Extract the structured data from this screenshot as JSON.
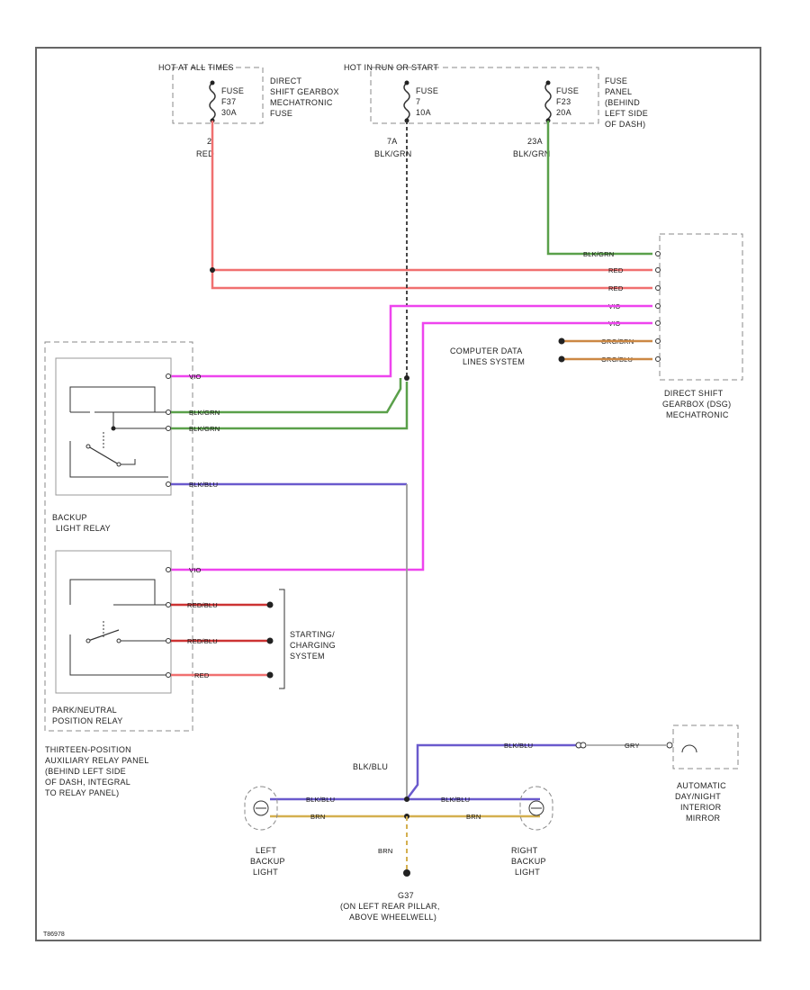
{
  "labels": {
    "hot_at_all_times": "HOT AT ALL TIMES",
    "fuse_f37": [
      "FUSE",
      "F37",
      "30A"
    ],
    "fuse_f37_desc": [
      "DIRECT",
      "SHIFT GEARBOX",
      "MECHATRONIC",
      "FUSE"
    ],
    "hot_run_start": "HOT IN RUN OR START",
    "fuse_f7": [
      "FUSE",
      "7",
      "10A"
    ],
    "fuse_f23": [
      "FUSE",
      "F23",
      "20A"
    ],
    "fuse_panel_desc": [
      "FUSE",
      "PANEL",
      "(BEHIND",
      "LEFT SIDE",
      "OF DASH)"
    ],
    "w2": [
      "2",
      "RED"
    ],
    "w7a": [
      "7A",
      "BLK/GRN"
    ],
    "w23a": [
      "23A",
      "BLK/GRN"
    ],
    "computer_data": [
      "COMPUTER DATA",
      "LINES SYSTEM"
    ],
    "dsg": [
      "DIRECT SHIFT",
      "GEARBOX (DSG)",
      "MECHATRONIC"
    ],
    "backup_relay": [
      "BACKUP",
      "LIGHT RELAY"
    ],
    "pn_relay": [
      "PARK/NEUTRAL",
      "POSITION RELAY"
    ],
    "starting": [
      "STARTING/",
      "CHARGING",
      "SYSTEM"
    ],
    "aux_panel": [
      "THIRTEEN-POSITION",
      "AUXILIARY RELAY PANEL",
      "(BEHIND LEFT SIDE",
      "OF DASH, INTEGRAL",
      "TO RELAY PANEL)"
    ],
    "blk_blu": "BLK/BLU",
    "left_backup": [
      "LEFT",
      "BACKUP",
      "LIGHT"
    ],
    "right_backup": [
      "RIGHT",
      "BACKUP",
      "LIGHT"
    ],
    "ground": [
      "G37",
      "(ON LEFT REAR PILLAR,",
      "ABOVE WHEELWELL)"
    ],
    "mirror": [
      "AUTOMATIC",
      "DAY/NIGHT",
      "INTERIOR",
      "MIRROR"
    ],
    "brn": "BRN",
    "gry": "GRY",
    "code": "T86978"
  },
  "wire_labels": {
    "dsg_blk_grn": "BLK/GRN",
    "dsg_red_1": "RED",
    "dsg_red_2": "RED",
    "dsg_vio_1": "VIO",
    "dsg_vio_2": "VIO",
    "dsg_org_brn": "ORG/BRN",
    "dsg_org_blu": "ORG/BLU",
    "br_vio": "VIO",
    "br_blk_grn_1": "BLK/GRN",
    "br_blk_grn_2": "BLK/GRN",
    "br_blk_blu": "BLK/BLU",
    "pn_vio": "VIO",
    "pn_red_blu_1": "RED/BLU",
    "pn_red_blu_2": "RED/BLU",
    "pn_red": "RED",
    "lb_blk_blu": "BLK/BLU",
    "lb_brn": "BRN",
    "rb_blk_blu": "BLK/BLU",
    "rb_brn": "BRN",
    "mirror_blk_blu": "BLK/BLU"
  },
  "colors": {
    "red": "#f07070",
    "blk_grn": "#5aa04a",
    "violet": "#ee44ee",
    "blk_blu": "#6a5acd",
    "org_brn": "#cc8844",
    "red_blu": "#cc3333",
    "brn": "#d4b050",
    "black": "#333333"
  }
}
